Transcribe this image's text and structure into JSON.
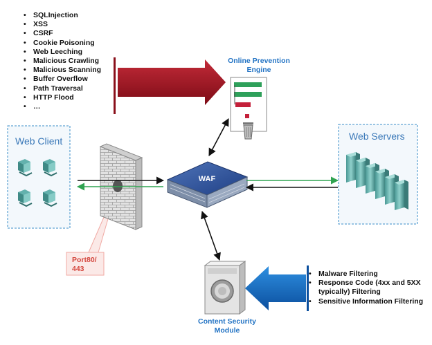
{
  "threats": [
    "SQLInjection",
    "XSS",
    "CSRF",
    "Cookie Poisoning",
    "Web Leeching",
    "Malicious Crawling",
    "Malicious Scanning",
    "Buffer Overflow",
    "Path Traversal",
    "HTTP Flood",
    "…"
  ],
  "nodes": {
    "online_prevention_engine": "Online Prevention Engine",
    "waf": "WAF",
    "web_client": "Web Client",
    "web_servers": "Web Servers",
    "content_security_module": "Content Security Module",
    "port": "Port80/ 443"
  },
  "filters": [
    "Malware Filtering",
    "Response Code (4xx and 5XX typically) Filtering",
    "Sensitive Information Filtering"
  ],
  "colors": {
    "accent_blue": "#2474c4",
    "dark_red": "#a81624",
    "green": "#3aa85a",
    "server_teal": "#63b1ad"
  }
}
